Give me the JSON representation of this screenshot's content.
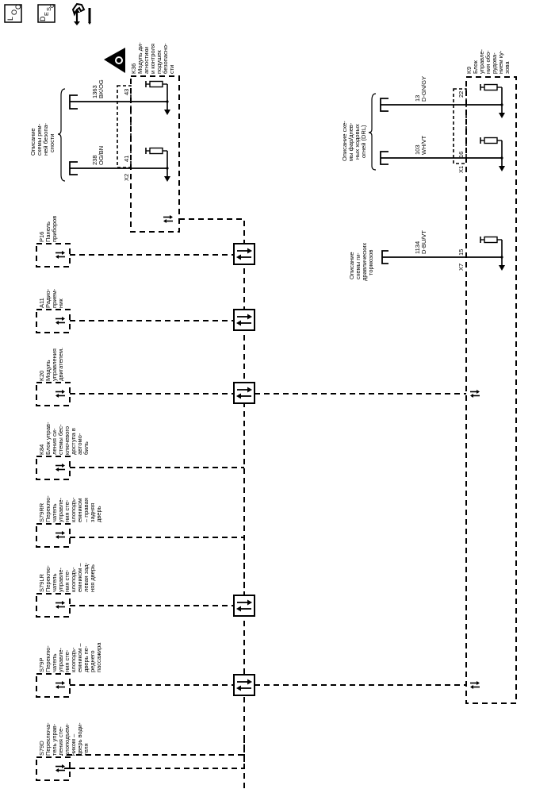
{
  "toolbar": {
    "loc_button": {
      "letters": [
        "L",
        "O",
        "C"
      ]
    },
    "desc_button": {
      "letters": [
        "D",
        "E",
        "S",
        "C"
      ]
    },
    "data_flow_icon": "network-wrench-icon"
  },
  "modules": {
    "k36": {
      "id": "K36",
      "lines": [
        "Модуль ди-",
        "агностики",
        "и контроля",
        "подушек",
        "безопасно-",
        "сти"
      ],
      "warning_icon": "airbag-warning-icon"
    },
    "k9": {
      "id": "K9",
      "lines": [
        "Блок",
        "управле-",
        "ния обо-",
        "рудова-",
        "нием ку-",
        "зова"
      ]
    },
    "p16": {
      "id": "P16",
      "lines": [
        "Панель",
        "приборов"
      ]
    },
    "a11": {
      "id": "A11",
      "lines": [
        "Радио-",
        "прием-",
        "ник"
      ]
    },
    "k20": {
      "id": "K20",
      "lines": [
        "Модуль",
        "управления",
        "двигателем."
      ]
    },
    "k84": {
      "id": "K84",
      "lines": [
        "Блок управ-",
        "ления си-",
        "стемы бес-",
        "ключевого",
        "доступа в",
        "автомо-",
        "биль"
      ]
    },
    "s79rr": {
      "id": "S79RR",
      "lines": [
        "Переклю-",
        "чатель",
        "управле-",
        "ния сте-",
        "клоподъ-",
        "емником",
        "– правая",
        "задняя",
        "дверь"
      ]
    },
    "s79lr": {
      "id": "S79LR",
      "lines": [
        "Переклю-",
        "чатель",
        "управле-",
        "ния сте-",
        "клоподъ-",
        "емником –",
        "левая зад-",
        "няя дверь"
      ]
    },
    "s79p": {
      "id": "S79P",
      "lines": [
        "Переклю-",
        "чатель",
        "управле-",
        "ния сте-",
        "клоподъ-",
        "емником –",
        "дверь пе-",
        "реднего",
        "пассажира"
      ]
    },
    "s79d": {
      "id": "S79D",
      "lines": [
        "Переключа-",
        "тель управ-",
        "ления сте-",
        "клоподъем-",
        "ником –",
        "дверь води-",
        "теля"
      ]
    }
  },
  "references": {
    "seatbelt": {
      "lines": [
        "Описание",
        "схемы рем-",
        "ней безопа-",
        "сности"
      ]
    },
    "drl": {
      "lines": [
        "Описание схе-",
        "мы фар/днев-",
        "ных ходовых",
        "огней (DRL)"
      ]
    },
    "brakes": {
      "lines": [
        "Описание",
        "схемы ги-",
        "дравлических",
        "тормозов"
      ]
    }
  },
  "connectors": {
    "x2": {
      "name": "X2",
      "pins": [
        "43",
        "41"
      ]
    },
    "x1": {
      "name": "X1",
      "pins": [
        "22",
        "16"
      ]
    },
    "x7": {
      "name": "X7",
      "pins": [
        "15"
      ]
    }
  },
  "wires": [
    {
      "circuit": "1363",
      "color": "BK/OG",
      "pin": "43"
    },
    {
      "circuit": "238",
      "color": "OG/BN",
      "pin": "41"
    },
    {
      "circuit": "13",
      "color": "D-GN/GY",
      "pin": "22"
    },
    {
      "circuit": "103",
      "color": "WH/VT",
      "pin": "16"
    },
    {
      "circuit": "1134",
      "color": "D-BU/VT",
      "pin": "15"
    }
  ]
}
